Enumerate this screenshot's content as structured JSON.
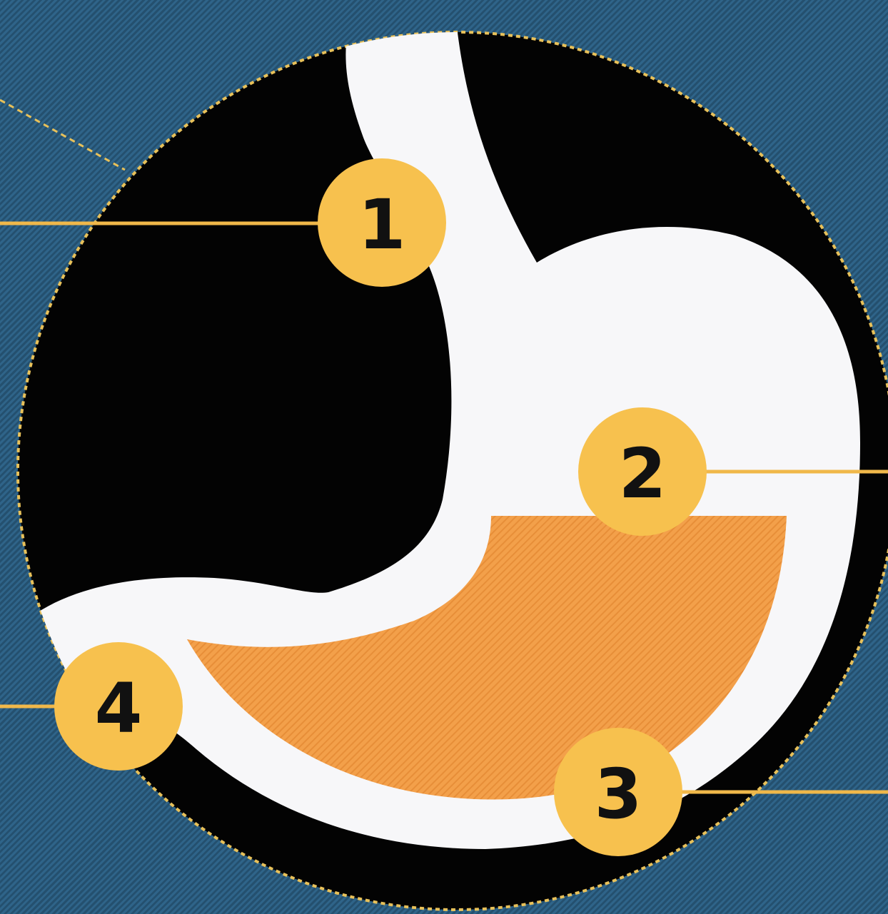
{
  "diagram": {
    "colors": {
      "background": "#2b5d82",
      "circle": "#030303",
      "circle_outline": "#e8c15a",
      "stomach": "#f7f7f9",
      "contents": "#f3a04a",
      "marker": "#f7c14e",
      "leader_line": "#f0b84a",
      "number": "#111111"
    },
    "markers": [
      {
        "number": "1"
      },
      {
        "number": "2"
      },
      {
        "number": "3"
      },
      {
        "number": "4"
      }
    ]
  }
}
